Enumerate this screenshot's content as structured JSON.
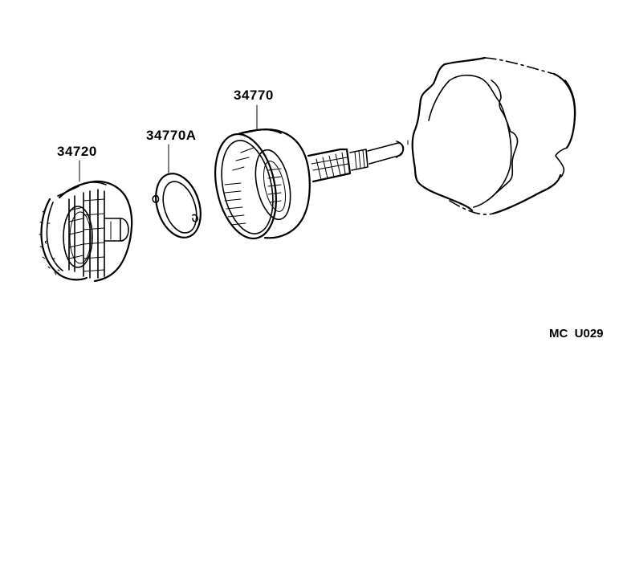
{
  "diagram": {
    "type": "exploded parts diagram",
    "parts": [
      {
        "id": "34720",
        "label": "34720",
        "description": "planetary gear carrier assembly"
      },
      {
        "id": "34770A",
        "label": "34770A",
        "description": "thrust washer / race"
      },
      {
        "id": "34770",
        "label": "34770",
        "description": "ring gear drum with output shaft"
      },
      {
        "id": "housing",
        "label": "",
        "description": "transmission extension housing (reference, unlabeled)"
      }
    ],
    "reference_code": "MC  U029"
  },
  "colors": {
    "background": "#ffffff",
    "line": "#000000"
  }
}
